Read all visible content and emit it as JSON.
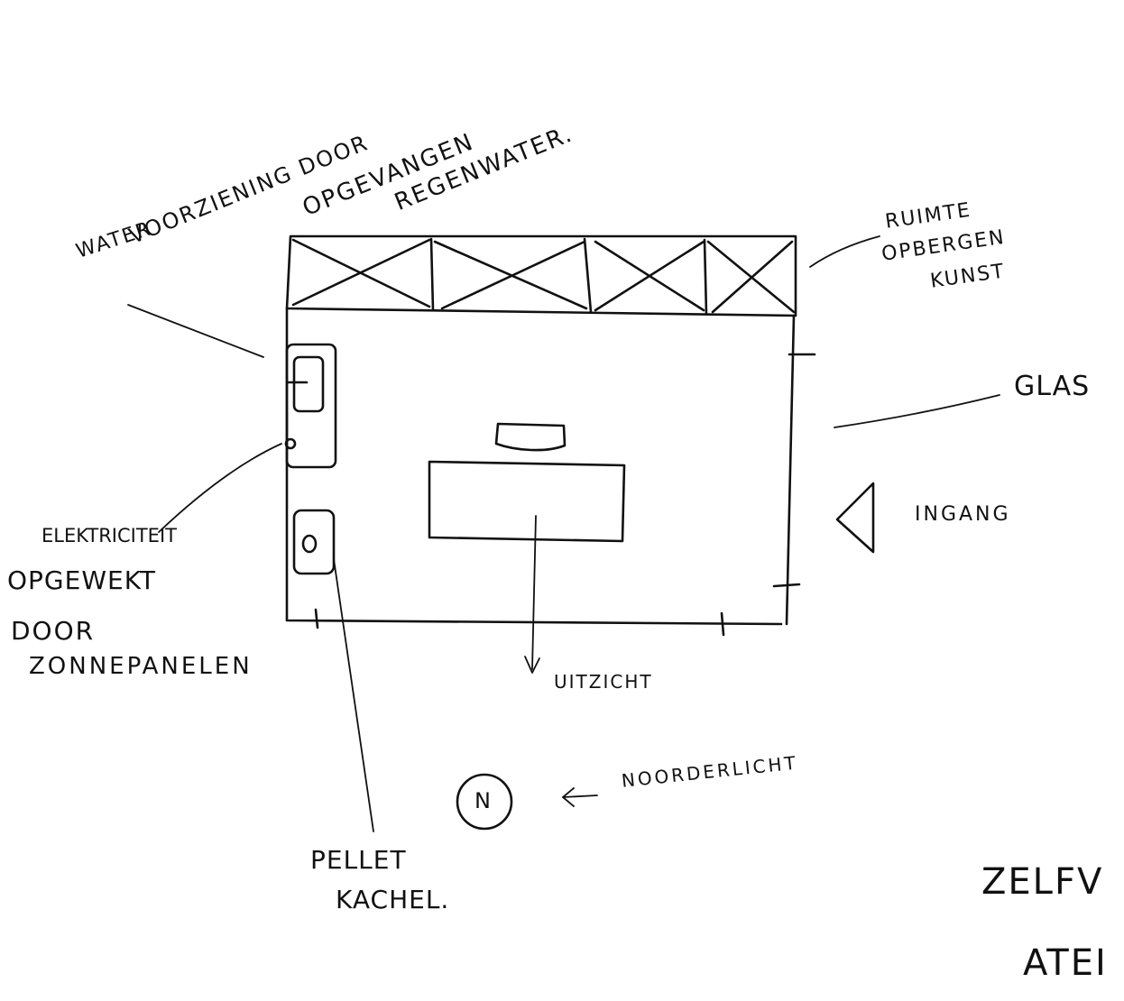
{
  "labels": {
    "water_1": "WATER",
    "water_2": "VOORZIENING DOOR",
    "water_3": "OPGEVANGEN",
    "water_4": "REGENWATER.",
    "ruimte_1": "RUIMTE",
    "ruimte_2": "OPBERGEN",
    "ruimte_3": "KUNST",
    "glas": "GLAS",
    "ingang": "INGANG",
    "elek_1": "ELEKTRICITEIT",
    "elek_2": "OPGEWEKT",
    "elek_3": "DOOR",
    "elek_4": "ZONNEPANELEN",
    "uitzicht": "UITZICHT",
    "north": "N",
    "noorderlicht": "NOORDERLICHT",
    "pellet_1": "PELLET",
    "pellet_2": "KACHEL.",
    "title_1": "ZELFV",
    "title_2": "ATEI"
  },
  "colors": {
    "ink": "#111111",
    "paper": "#ffffff"
  }
}
